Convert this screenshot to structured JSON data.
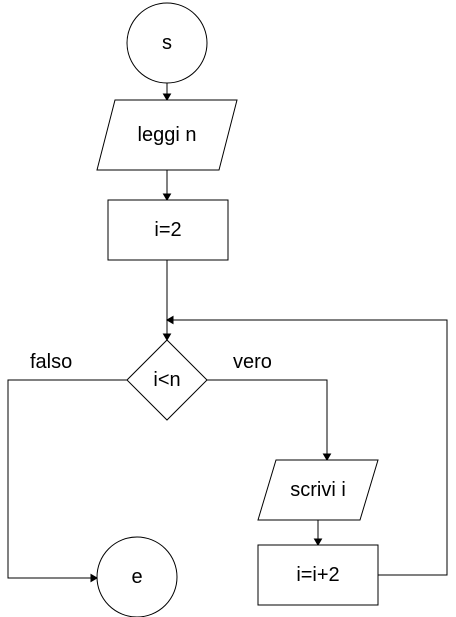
{
  "flowchart": {
    "nodes": {
      "start": {
        "type": "terminator",
        "label": "s"
      },
      "read": {
        "type": "input-output",
        "label": "leggi n"
      },
      "init": {
        "type": "process",
        "label": "i=2"
      },
      "condition": {
        "type": "decision",
        "label": "i<n"
      },
      "output": {
        "type": "input-output",
        "label": "scrivi i"
      },
      "increment": {
        "type": "process",
        "label": "i=i+2"
      },
      "end": {
        "type": "terminator",
        "label": "e"
      }
    },
    "edges": {
      "true_label": "vero",
      "false_label": "falso"
    }
  }
}
